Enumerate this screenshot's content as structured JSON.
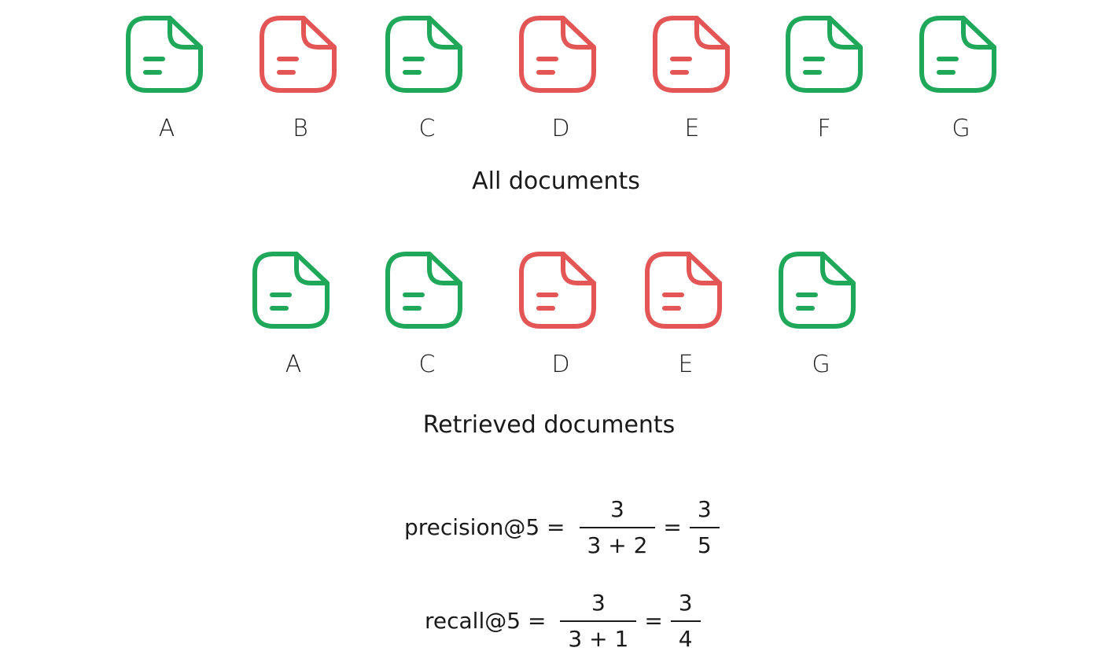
{
  "colors": {
    "relevant": "#1fa85a",
    "irrelevant": "#e45555"
  },
  "all_documents": {
    "caption": "All documents",
    "items": [
      {
        "label": "A",
        "status": "relevant"
      },
      {
        "label": "B",
        "status": "irrelevant"
      },
      {
        "label": "C",
        "status": "relevant"
      },
      {
        "label": "D",
        "status": "irrelevant"
      },
      {
        "label": "E",
        "status": "irrelevant"
      },
      {
        "label": "F",
        "status": "relevant"
      },
      {
        "label": "G",
        "status": "relevant"
      }
    ]
  },
  "retrieved_documents": {
    "caption": "Retrieved documents",
    "items": [
      {
        "label": "A",
        "status": "relevant"
      },
      {
        "label": "C",
        "status": "relevant"
      },
      {
        "label": "D",
        "status": "irrelevant"
      },
      {
        "label": "E",
        "status": "irrelevant"
      },
      {
        "label": "G",
        "status": "relevant"
      }
    ]
  },
  "formulas": {
    "precision": {
      "lhs": "precision@5 =",
      "num1": "3",
      "den1": "3 + 2",
      "eq": "=",
      "num2": "3",
      "den2": "5"
    },
    "recall": {
      "lhs": "recall@5 =",
      "num1": "3",
      "den1": "3 + 1",
      "eq": "=",
      "num2": "3",
      "den2": "4"
    }
  }
}
